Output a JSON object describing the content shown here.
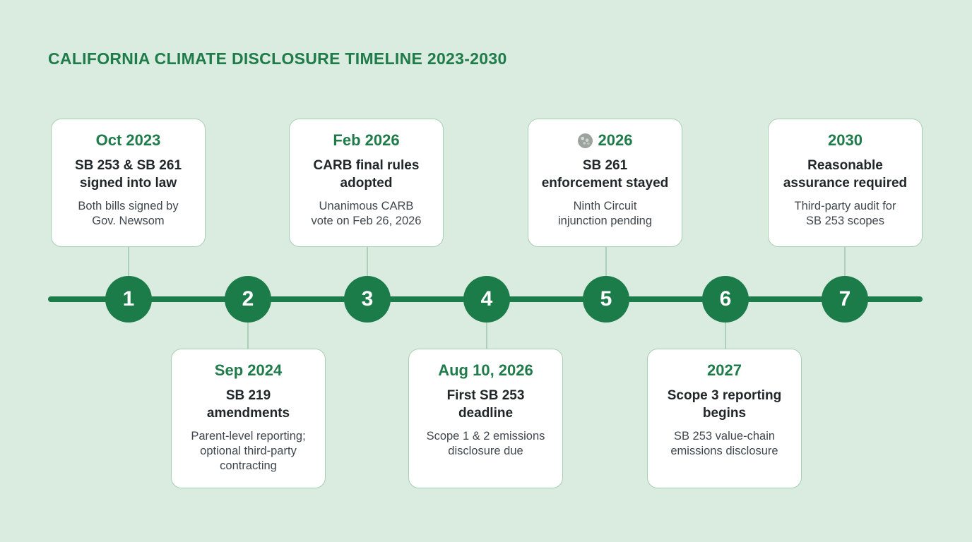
{
  "page": {
    "title": "CALIFORNIA CLIMATE DISCLOSURE TIMELINE 2023-2030"
  },
  "colors": {
    "background": "#daecdf",
    "accent_green": "#1b7c4a",
    "title_green": "#1f7b49",
    "card_background": "#ffffff",
    "card_border": "#a9ceb6",
    "connector": "#aecfba",
    "heading_text": "#212729",
    "body_text": "#3f474d",
    "node_number_text": "#ffffff",
    "icon_gray": "#9da4a0"
  },
  "events": [
    {
      "number": "1",
      "side": "top",
      "date": "Oct 2023",
      "heading": "SB 253 & SB 261\nsigned into law",
      "description": "Both bills signed by\nGov. Newsom"
    },
    {
      "number": "2",
      "side": "bottom",
      "date": "Sep 2024",
      "heading": "SB 219\namendments",
      "description": "Parent-level reporting;\noptional third-party\ncontracting"
    },
    {
      "number": "3",
      "side": "top",
      "date": "Feb 2026",
      "heading": "CARB final rules\nadopted",
      "description": "Unanimous CARB\nvote on Feb 26, 2026"
    },
    {
      "number": "4",
      "side": "bottom",
      "date": "Aug 10, 2026",
      "heading": "First SB 253\ndeadline",
      "description": "Scope 1 & 2 emissions\ndisclosure due"
    },
    {
      "number": "5",
      "side": "top",
      "date": "2026",
      "date_icon": "globe-icon",
      "heading": "SB 261\nenforcement stayed",
      "description": "Ninth Circuit\ninjunction pending"
    },
    {
      "number": "6",
      "side": "bottom",
      "date": "2027",
      "heading": "Scope 3 reporting\nbegins",
      "description": "SB 253 value-chain\nemissions disclosure"
    },
    {
      "number": "7",
      "side": "top",
      "date": "2030",
      "heading": "Reasonable\nassurance required",
      "description": "Third-party audit for\nSB 253 scopes"
    }
  ]
}
